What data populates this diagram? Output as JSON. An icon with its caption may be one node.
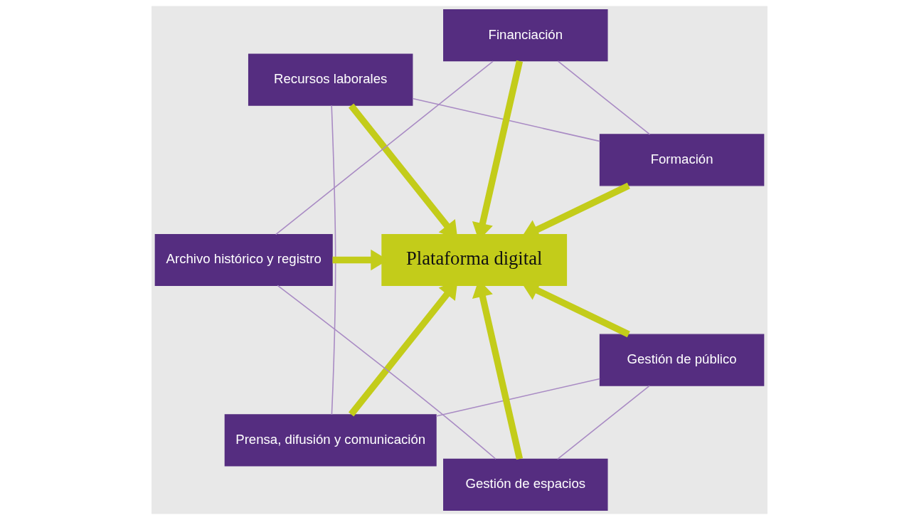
{
  "diagram": {
    "nodes": [
      {
        "text": [
          "Formación"
        ]
      },
      {
        "text": [
          "Financiación"
        ]
      },
      {
        "text": [
          "Recursos laborales"
        ]
      },
      {
        "text": [
          "Plataforma digital"
        ]
      },
      {
        "text": [
          "Archivo histórico y registro"
        ]
      },
      {
        "text": [
          "Prensa, difusión y comunicación"
        ]
      },
      {
        "text": [
          "Gestión de espacios"
        ]
      },
      {
        "text": [
          "Gestión de público"
        ]
      }
    ],
    "edges": [
      {
        "from": 0,
        "to": 3,
        "arrow": "to",
        "color": "#c3cc1a",
        "style": "thick"
      },
      {
        "from": 2,
        "to": 3,
        "arrow": "to",
        "color": "#c3cc1a",
        "style": "thick"
      },
      {
        "from": 5,
        "to": 3,
        "arrow": "to",
        "color": "#c3cc1a",
        "style": "thick"
      },
      {
        "from": 7,
        "to": 3,
        "arrow": "to",
        "color": "#c3cc1a",
        "style": "thick"
      },
      {
        "from": 6,
        "to": 3,
        "arrow": "to",
        "color": "#c3cc1a",
        "style": "thick"
      },
      {
        "from": 4,
        "to": 3,
        "arrow": "to",
        "color": "#c3cc1a",
        "style": "thick"
      },
      {
        "from": 1,
        "to": 3,
        "arrow": "to",
        "color": "#c3cc1a",
        "style": "thick"
      },
      {
        "from": 0,
        "to": 2,
        "arrow": "none",
        "color": "#a98bc4"
      },
      {
        "from": 2,
        "to": 5,
        "arrow": "none",
        "color": "#a98bc4"
      },
      {
        "from": 5,
        "to": 7,
        "arrow": "none",
        "color": "#a98bc4"
      },
      {
        "from": 7,
        "to": 6,
        "arrow": "none",
        "color": "#a98bc4"
      },
      {
        "from": 6,
        "to": 4,
        "arrow": "none",
        "color": "#a98bc4"
      },
      {
        "from": 4,
        "to": 1,
        "arrow": "none",
        "color": "#a98bc4"
      },
      {
        "from": 1,
        "to": 0,
        "arrow": "none",
        "color": "#a98bc4"
      }
    ]
  }
}
